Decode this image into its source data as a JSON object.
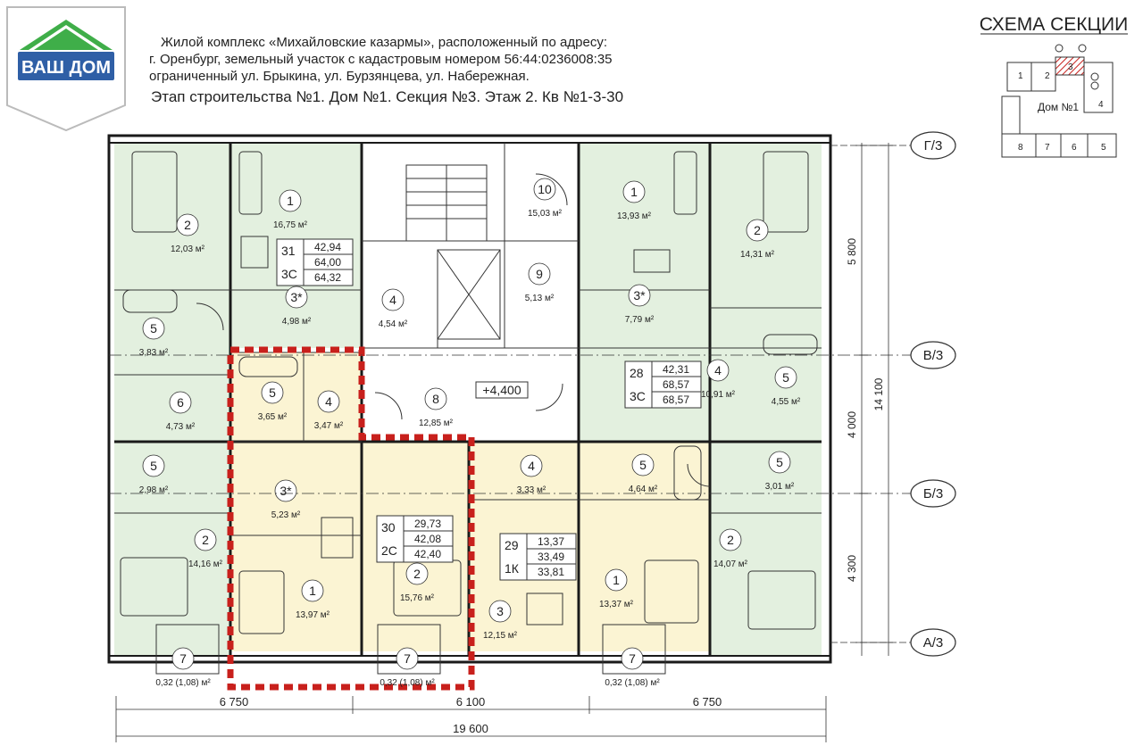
{
  "logo": {
    "text": "ВАШ ДОМ"
  },
  "header": {
    "line1": "Жилой комплекс «Михайловские казармы», расположенный по адресу:",
    "line2": "г. Оренбург,  земельный участок с кадастровым номером 56:44:0236008:35",
    "line3": "ограниченный ул. Брыкина, ул. Бурзянцева, ул. Набережная.",
    "line4": "Этап строительства №1. Дом №1. Секция №3. Этаж 2. Кв №1-3-30"
  },
  "scheme": {
    "title": "СХЕМА СЕКЦИИ",
    "house": "Дом №1",
    "sections": [
      "1",
      "2",
      "3",
      "4",
      "5",
      "6",
      "7",
      "8"
    ]
  },
  "apartments": [
    {
      "no": "31",
      "type": "3С",
      "v1": "42,94",
      "v2": "64,00",
      "v3": "64,32"
    },
    {
      "no": "28",
      "type": "3С",
      "v1": "42,31",
      "v2": "68,57",
      "v3": "68,57"
    },
    {
      "no": "30",
      "type": "2С",
      "v1": "29,73",
      "v2": "42,08",
      "v3": "42,40"
    },
    {
      "no": "29",
      "type": "1К",
      "v1": "13,37",
      "v2": "33,49",
      "v3": "33,81"
    }
  ],
  "rooms": [
    {
      "n": "2",
      "a": "12,03 м²"
    },
    {
      "n": "1",
      "a": "16,75 м²"
    },
    {
      "n": "10",
      "a": "15,03 м²"
    },
    {
      "n": "1",
      "a": "13,93 м²"
    },
    {
      "n": "2",
      "a": "14,31 м²"
    },
    {
      "n": "5",
      "a": "3,83 м²"
    },
    {
      "n": "3*",
      "a": "4,98 м²"
    },
    {
      "n": "4",
      "a": "4,54 м²"
    },
    {
      "n": "9",
      "a": "5,13 м²"
    },
    {
      "n": "3*",
      "a": "7,79 м²"
    },
    {
      "n": "6",
      "a": "4,73 м²"
    },
    {
      "n": "5",
      "a": "3,65 м²"
    },
    {
      "n": "4",
      "a": "3,47 м²"
    },
    {
      "n": "8",
      "a": "12,85 м²"
    },
    {
      "n": "4",
      "a": "10,91 м²"
    },
    {
      "n": "5",
      "a": "4,55 м²"
    },
    {
      "n": "5",
      "a": "2,98 м²"
    },
    {
      "n": "3*",
      "a": "5,23 м²"
    },
    {
      "n": "4",
      "a": "3,33 м²"
    },
    {
      "n": "5",
      "a": "4,64 м²"
    },
    {
      "n": "5",
      "a": "3,01 м²"
    },
    {
      "n": "2",
      "a": "14,16 м²"
    },
    {
      "n": "1",
      "a": "13,97 м²"
    },
    {
      "n": "2",
      "a": "15,76 м²"
    },
    {
      "n": "3",
      "a": "12,15 м²"
    },
    {
      "n": "1",
      "a": "13,37 м²"
    },
    {
      "n": "2",
      "a": "14,07 м²"
    },
    {
      "n": "7",
      "a": "0,32 (1,08) м²"
    },
    {
      "n": "7",
      "a": "0,32 (1,08) м²"
    },
    {
      "n": "7",
      "a": "0,32 (1,08) м²"
    }
  ],
  "elevation": "+4,400",
  "axes": [
    "Г/3",
    "В/3",
    "Б/3",
    "А/3"
  ],
  "dims_right": [
    "5 800",
    "4 000",
    "4 300",
    "14 100"
  ],
  "dims_bottom": [
    "6 750",
    "6 100",
    "6 750",
    "19 600"
  ],
  "colors": {
    "apt_green": "#e3f0df",
    "apt_yellow": "#fbf4d3",
    "highlight": "#c8201c",
    "logo_blue": "#2f5fa6",
    "logo_green": "#3fae49"
  }
}
